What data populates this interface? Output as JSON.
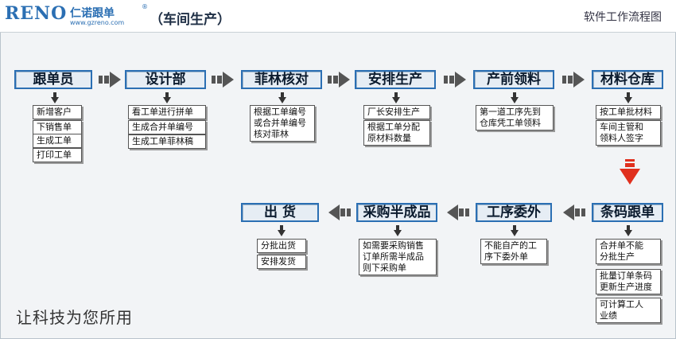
{
  "header": {
    "logo_text": "RENO",
    "logo_cn": "仁诺跟单",
    "logo_url": "www.gzreno.com",
    "logo_reg": "®",
    "title": "（车间生产）",
    "right_label": "软件工作流程图"
  },
  "stages": [
    {
      "label": "跟单员",
      "items": [
        "新增客户",
        "下销售单",
        "生成工单",
        "打印工单"
      ]
    },
    {
      "label": "设计部",
      "items": [
        "看工单进行拼单",
        "生成合并单编号",
        "生成工单菲林稿"
      ]
    },
    {
      "label": "菲林核对",
      "items": [
        "根据工单编号\n或合并单编号\n核对菲林"
      ]
    },
    {
      "label": "安排生产",
      "items": [
        "厂长安排生产",
        "根据工单分配\n原材料数量"
      ]
    },
    {
      "label": "产前领料",
      "items": [
        "第一道工序先到\n仓库凭工单领料"
      ]
    },
    {
      "label": "材料仓库",
      "items": [
        "按工单批材料",
        "车间主管和\n领料人签字"
      ]
    },
    {
      "label": "条码跟单",
      "items": [
        "合并单不能\n分批生产",
        "批量订单条码\n更新生产进度",
        "可计算工人\n业绩"
      ]
    },
    {
      "label": "工序委外",
      "items": [
        "不能自产的工\n序下委外单"
      ]
    },
    {
      "label": "采购半成品",
      "items": [
        "如需要采购销售\n订单所需半成品\n则下采购单"
      ]
    },
    {
      "label": "出  货",
      "items": [
        "分批出货",
        "安排发货"
      ]
    }
  ],
  "footer": {
    "slogan": "让科技为您所用"
  },
  "colors": {
    "accent": "#2b6fb3",
    "arrow": "#555555",
    "down_arrow_red": "#e0301e"
  }
}
